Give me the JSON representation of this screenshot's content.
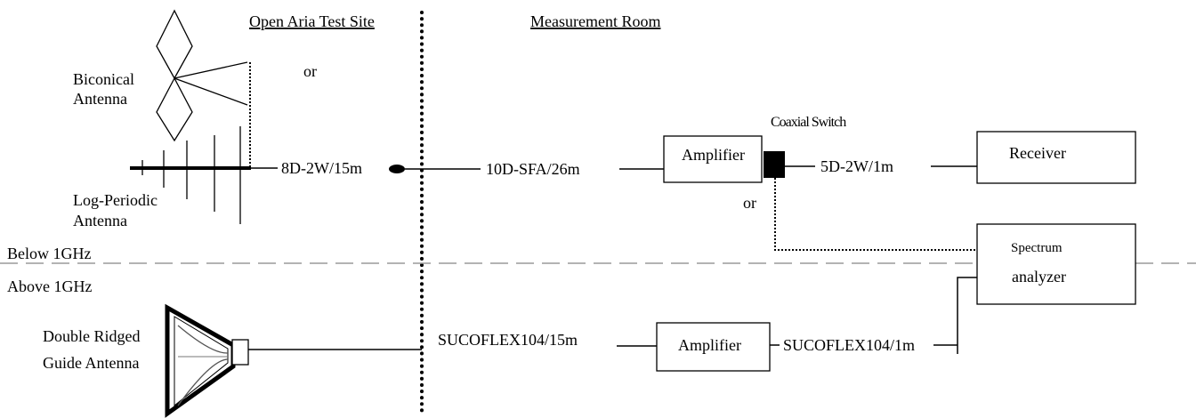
{
  "sections": {
    "open_area": "Open Aria Test Site",
    "measurement_room": "Measurement Room",
    "below": "Below 1GHz",
    "above": "Above 1GHz"
  },
  "antennas": {
    "biconical_line1": "Biconical",
    "biconical_line2": "Antenna",
    "or_top": "or",
    "log_line1": "Log-Periodic",
    "log_line2": "Antenna",
    "horn_line1": "Double Ridged",
    "horn_line2": "Guide Antenna"
  },
  "cables": {
    "c1": "8D-2W/15m",
    "c2": "10D-SFA/26m",
    "c3": "5D-2W/1m",
    "c4": "SUCOFLEX104/15m",
    "c5": "SUCOFLEX104/1m"
  },
  "devices": {
    "coax_switch": "Coaxial Switch",
    "amp_top": "Amplifier",
    "or_switch": "or",
    "receiver": "Receiver",
    "spectrum_line1": "Spectrum",
    "spectrum_line2": "analyzer",
    "amp_bottom": "Amplifier"
  }
}
